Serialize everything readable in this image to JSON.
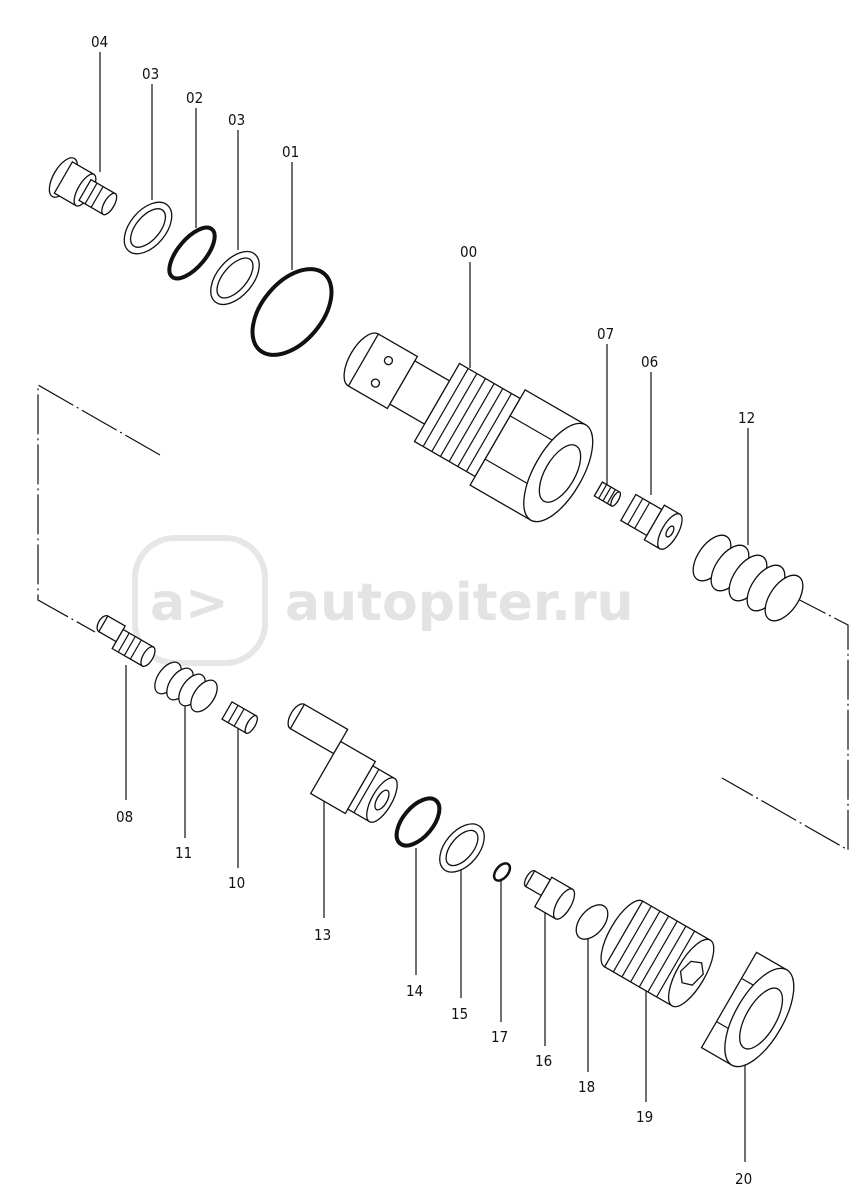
{
  "watermark": "autopiter.ru",
  "parts": [
    {
      "id": "p04",
      "label": "04"
    },
    {
      "id": "p03a",
      "label": "03"
    },
    {
      "id": "p02",
      "label": "02"
    },
    {
      "id": "p03b",
      "label": "03"
    },
    {
      "id": "p01",
      "label": "01"
    },
    {
      "id": "p00",
      "label": "00"
    },
    {
      "id": "p07",
      "label": "07"
    },
    {
      "id": "p06",
      "label": "06"
    },
    {
      "id": "p12",
      "label": "12"
    },
    {
      "id": "p08",
      "label": "08"
    },
    {
      "id": "p11",
      "label": "11"
    },
    {
      "id": "p10",
      "label": "10"
    },
    {
      "id": "p13",
      "label": "13"
    },
    {
      "id": "p14",
      "label": "14"
    },
    {
      "id": "p15",
      "label": "15"
    },
    {
      "id": "p17",
      "label": "17"
    },
    {
      "id": "p16",
      "label": "16"
    },
    {
      "id": "p18",
      "label": "18"
    },
    {
      "id": "p19",
      "label": "19"
    },
    {
      "id": "p20",
      "label": "20"
    }
  ]
}
